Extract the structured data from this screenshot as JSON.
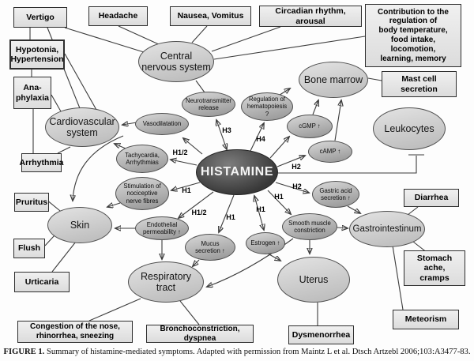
{
  "caption": {
    "prefix": "FIGURE 1.",
    "text": "Summary of histamine-mediated symptoms. Adapted with permission from Maintz L et al. Dtsch Artzebl 2006;103:A3477-83."
  },
  "center": {
    "label": "HISTAMINE"
  },
  "organs": {
    "cns": "Central\nnervous system",
    "cardiovascular": "Cardiovascular\nsystem",
    "bone_marrow": "Bone marrow",
    "leukocytes": "Leukocytes",
    "skin": "Skin",
    "respiratory": "Respiratory\ntract",
    "uterus": "Uterus",
    "gastrointestinum": "Gastrointestinum"
  },
  "mediators": {
    "neurotransmitter": "Neurotransmitter\nrelease",
    "hematopoiesis": "Regulation of\nhematopoiesis\n?",
    "vasodilatation": "Vasodilatation",
    "tachycardia": "Tachycardia,\nArrhythmias",
    "cgmp": "cGMP ↑",
    "camp": "cAMP ↑",
    "nociceptive": "Stimulation of\nnociceptive\nnerve fibres",
    "endothelial": "Endothelial\npermeability ↑",
    "mucus": "Mucus\nsecretion ↑",
    "estrogen": "Estrogen ↑",
    "smooth_muscle": "Smooth muscle\nconstriction",
    "gastric_acid": "Gastric acid\nsecretion ↑"
  },
  "symptoms": {
    "vertigo": "Vertigo",
    "headache": "Headache",
    "nausea": "Nausea, Vomitus",
    "circadian": "Circadian rhythm, arousal",
    "contribution": "Contribution to the\nregulation of\nbody temperature,\nfood intake,\nlocomotion,\nlearning, memory",
    "hypotonia": "Hypotonia,\nHypertension",
    "anaphylaxia": "Ana-\nphylaxia",
    "arrhythmia": "Arrhythmia",
    "pruritus": "Pruritus",
    "flush": "Flush",
    "urticaria": "Urticaria",
    "congestion": "Congestion of the nose,\nrhinorrhea, sneezing",
    "bronchoconstriction": "Bronchoconstriction, dyspnea",
    "dysmenorrhea": "Dysmenorrhea",
    "meteorism": "Meteorism",
    "mast_cell": "Mast cell secretion",
    "diarrhea": "Diarrhea",
    "stomach_ache": "Stomach ache,\ncramps"
  },
  "receptors": {
    "h3_neurotransmitter": "H3",
    "h4_hematopoiesis": "H4",
    "h12_tachycardia": "H1/2",
    "h1_nociceptive": "H1",
    "h12_endothelial": "H1/2",
    "h1_mucus": "H1",
    "h1_estrogen": "H1",
    "h1_smooth_muscle": "H1",
    "h2_camp": "H2",
    "h2_gastric_acid": "H2"
  }
}
